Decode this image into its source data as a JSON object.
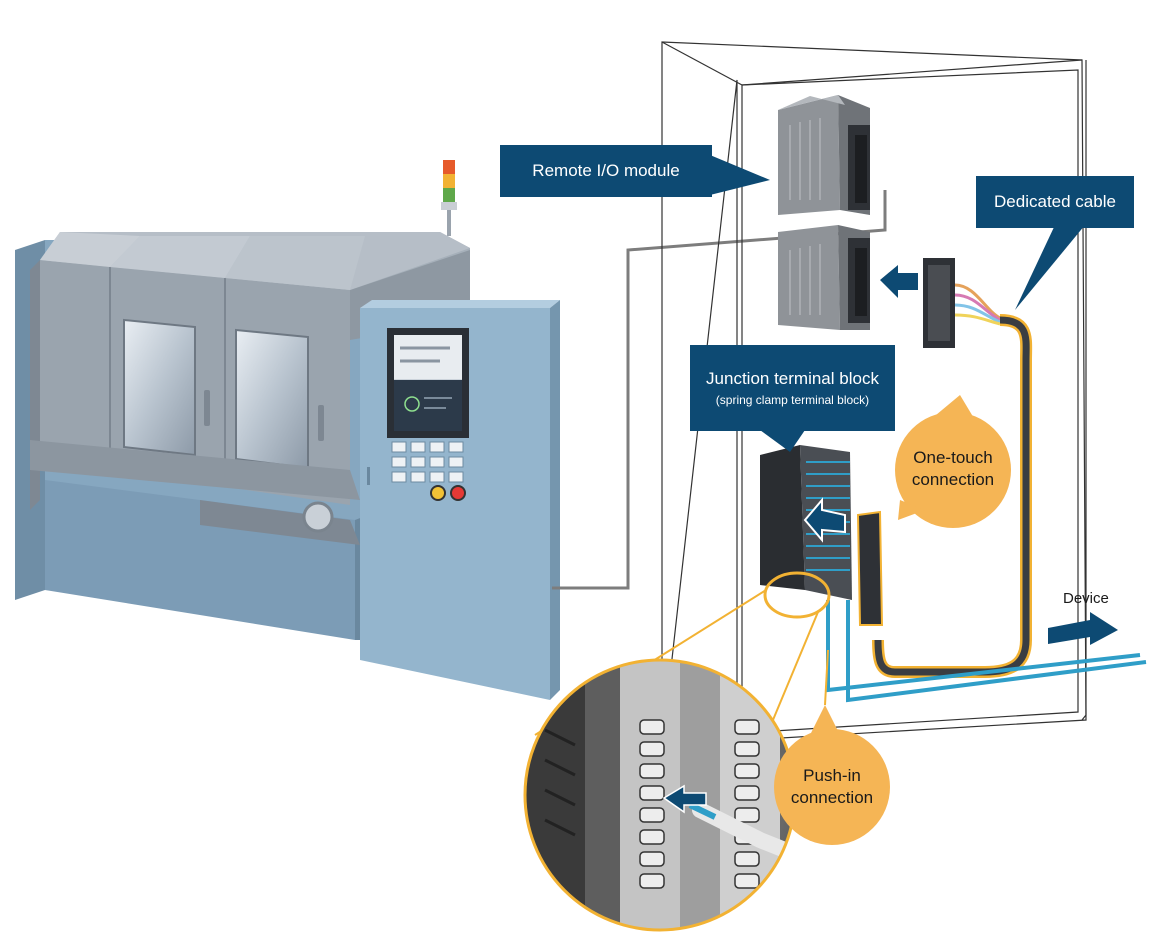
{
  "labels": {
    "remote_io_module": "Remote I/O module",
    "dedicated_cable": "Dedicated cable",
    "junction_terminal_block": "Junction terminal block",
    "junction_terminal_block_sub": "(spring clamp terminal block)",
    "device": "Device",
    "one_touch_line1": "One-touch",
    "one_touch_line2": "connection",
    "push_in_line1": "Push-in",
    "push_in_line2": "connection"
  },
  "colors": {
    "callout_bg": "#0d4a73",
    "bubble": "#f5b555",
    "machine_blue": "#8fb2cc",
    "machine_gray": "#8c97a4",
    "wire_blue": "#2f9ec8",
    "highlight_yellow": "#f2b233"
  }
}
